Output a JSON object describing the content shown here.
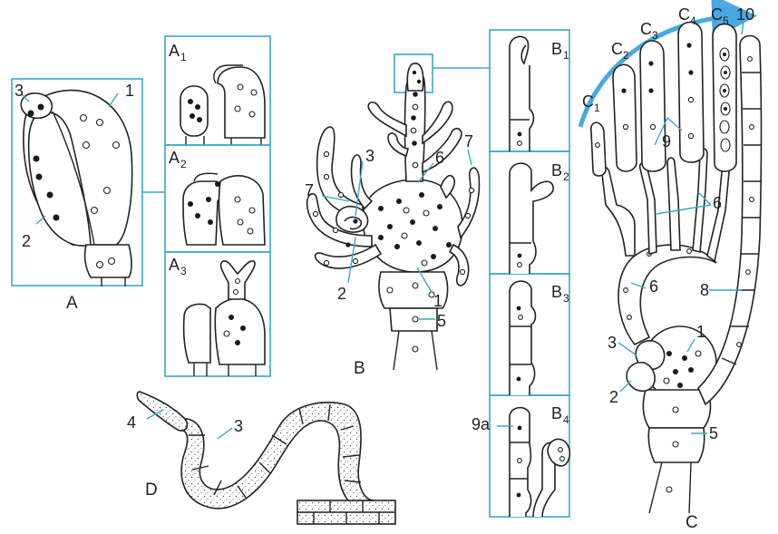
{
  "panels": {
    "A": "A",
    "A1": "A",
    "A1_sub": "1",
    "A2": "A",
    "A2_sub": "2",
    "A3": "A",
    "A3_sub": "3",
    "B": "B",
    "B1": "B",
    "B1_sub": "1",
    "B2": "B",
    "B2_sub": "2",
    "B3": "B",
    "B3_sub": "3",
    "B4": "B",
    "B4_sub": "4",
    "C": "C",
    "D": "D",
    "C1": "C",
    "C1_sub": "1",
    "C2": "C",
    "C2_sub": "2",
    "C3": "C",
    "C3_sub": "3",
    "C4": "C",
    "C4_sub": "4",
    "C5": "C",
    "C5_sub": "5"
  },
  "callouts": {
    "a_1": "1",
    "a_2": "2",
    "a_3": "3",
    "b_1": "1",
    "b_2": "2",
    "b_3": "3",
    "b_5": "5",
    "b_6": "6",
    "b_7a": "7",
    "b_7b": "7",
    "b4_9a": "9a",
    "c_1": "1",
    "c_2": "2",
    "c_3": "3",
    "c_5": "5",
    "c_6a": "6",
    "c_6b": "6",
    "c_8": "8",
    "c_9": "9",
    "c_10": "10",
    "d_3": "3",
    "d_4": "4"
  },
  "colors": {
    "accent": "#3aa7d0",
    "ink": "#222222",
    "arrow": "#4aa8e0"
  }
}
